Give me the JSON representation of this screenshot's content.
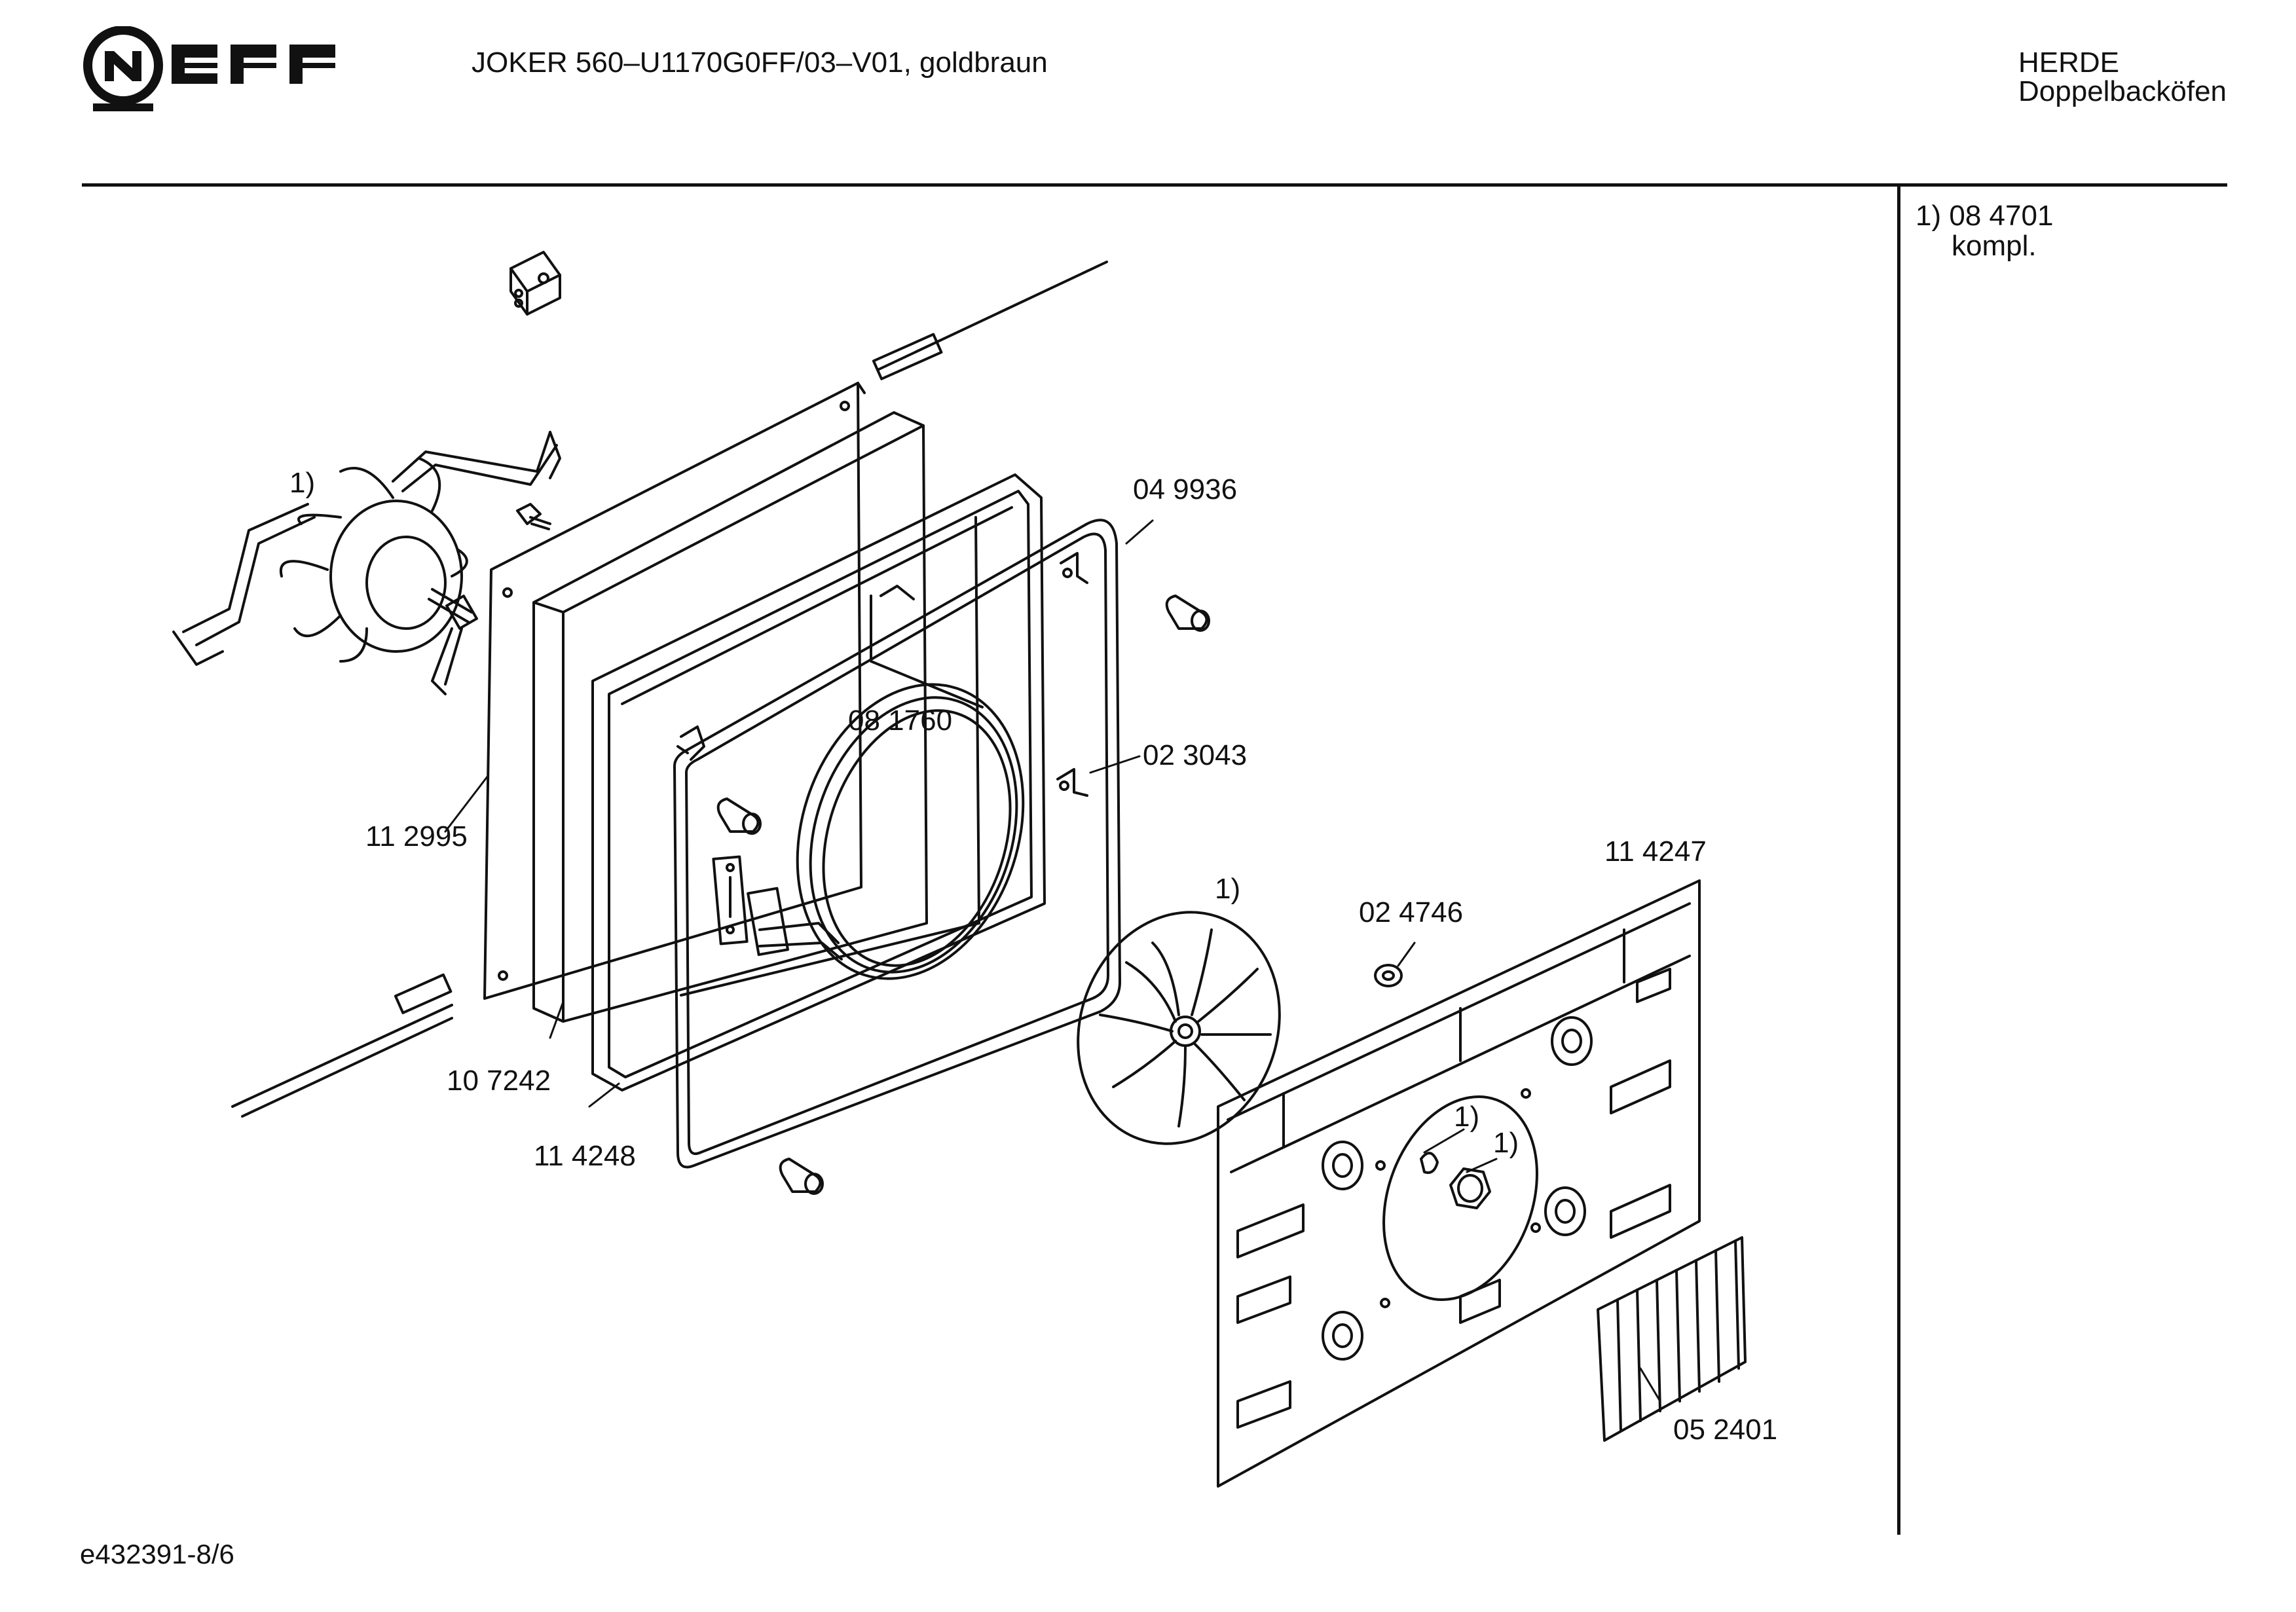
{
  "header": {
    "brand": "NEFF",
    "model_title": "JOKER 560–U1170G0FF/03–V01, goldbraun",
    "category_line1": "HERDE",
    "category_line2": "Doppelbacköfen"
  },
  "side_note": {
    "ref": "1)",
    "part": "08 4701",
    "desc": "kompl."
  },
  "footer": {
    "code": "e432391-8/6"
  },
  "parts": [
    {
      "id": "fan-motor-ref",
      "label": "1)"
    },
    {
      "id": "gasket",
      "label": "04 9936"
    },
    {
      "id": "heating-element",
      "label": "08 1760"
    },
    {
      "id": "bracket",
      "label": "02 3043"
    },
    {
      "id": "back-plate",
      "label": "11 2995"
    },
    {
      "id": "insulation",
      "label": "10 7242"
    },
    {
      "id": "housing",
      "label": "11 4248"
    },
    {
      "id": "fan-wheel-ref",
      "label": "1)"
    },
    {
      "id": "nut",
      "label": "02 4746"
    },
    {
      "id": "cover-panel",
      "label": "11 4247"
    },
    {
      "id": "hub-ref-a",
      "label": "1)"
    },
    {
      "id": "hub-ref-b",
      "label": "1)"
    },
    {
      "id": "grille",
      "label": "05 2401"
    }
  ]
}
